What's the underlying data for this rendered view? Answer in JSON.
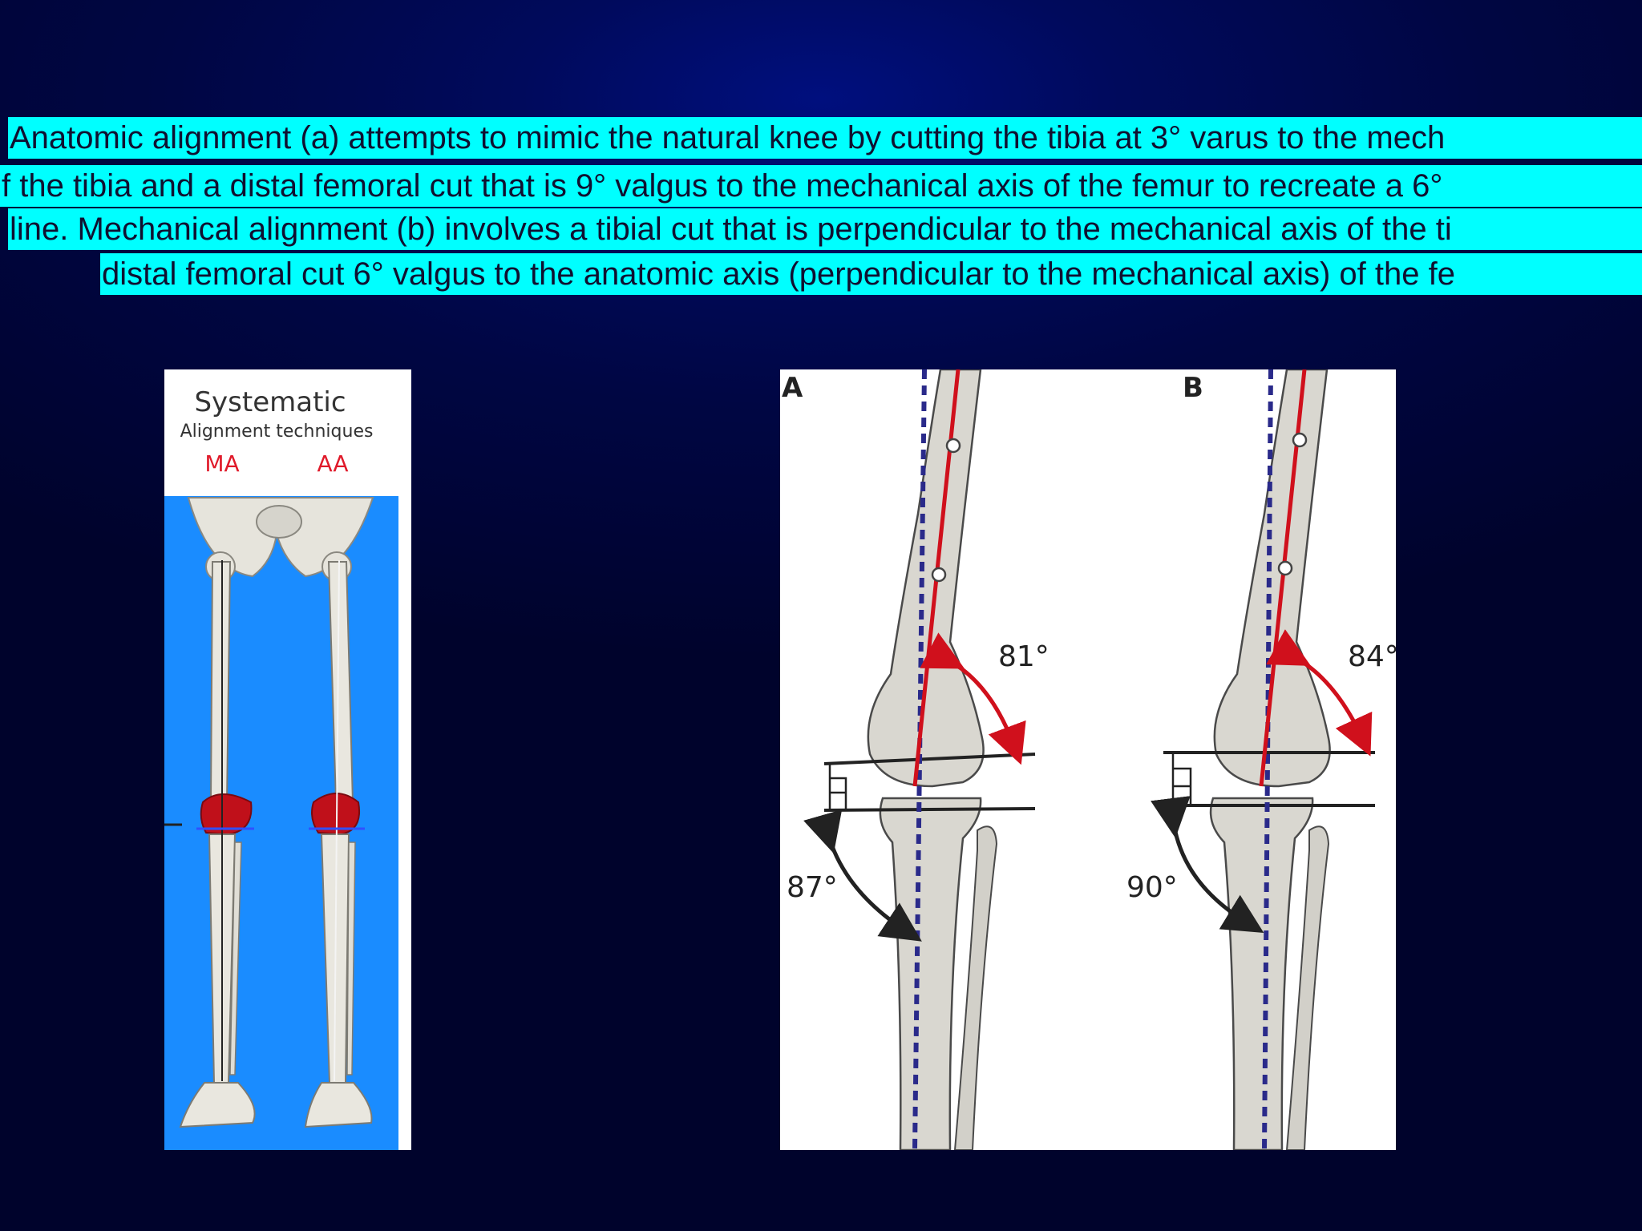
{
  "caption": {
    "lines": [
      "Anatomic alignment (a) attempts to mimic the natural knee by cutting the tibia at 3° varus to the mech",
      "f the tibia and a distal femoral cut that is 9° valgus to the mechanical axis of the femur to recreate a 6°",
      "line. Mechanical alignment (b) involves a tibial cut that is perpendicular to the mechanical axis of the ti",
      "distal femoral cut 6° valgus to the anatomic axis (perpendicular to the mechanical axis) of the fe"
    ]
  },
  "left_figure": {
    "title": "Systematic",
    "subtitle": "Alignment techniques",
    "label_ma": "MA",
    "label_aa": "AA",
    "background_color": "#1a8cff"
  },
  "right_figure": {
    "panel_a": {
      "letter": "A",
      "femoral_angle": "81°",
      "tibial_angle": "87°"
    },
    "panel_b": {
      "letter": "B",
      "femoral_angle": "84°",
      "tibial_angle": "90°"
    },
    "axis_color": "#d0101c",
    "mechanical_axis_color": "#2a2a8a"
  }
}
